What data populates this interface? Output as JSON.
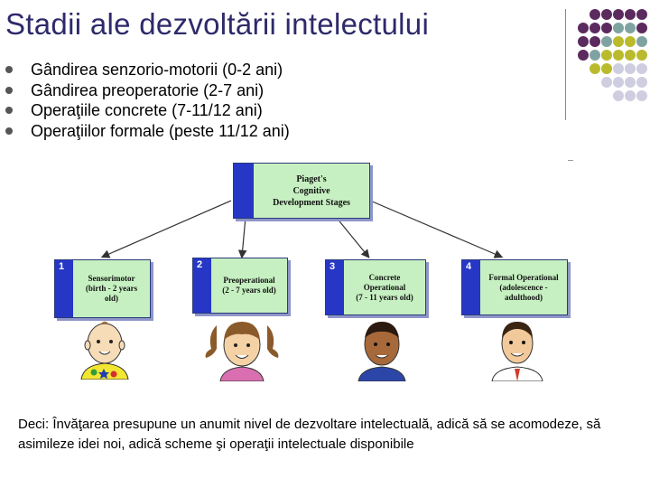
{
  "slide": {
    "title": "Stadii ale dezvoltării intelectului",
    "bullets": [
      "Gândirea senzorio-motorii (0-2 ani)",
      "Gândirea preoperatorie (2-7 ani)",
      "Operaţiile concrete (7-11/12 ani)",
      "Operaţiilor formale (peste 11/12 ani)"
    ],
    "footer": "Deci: Învăţarea presupune un anumit nivel de dezvoltare intelectuală, adică să se acomodeze, să asimileze idei noi, adică scheme şi operaţii intelectuale disponibile"
  },
  "diagram": {
    "root_label": "Piaget's\nCognitive\nDevelopment Stages",
    "stages": [
      {
        "number": "1",
        "label": "Sensorimotor\n(birth - 2 years\nold)"
      },
      {
        "number": "2",
        "label": "Preoperational\n(2 - 7 years old)"
      },
      {
        "number": "3",
        "label": "Concrete\nOperational\n(7 - 11 years old)"
      },
      {
        "number": "4",
        "label": "Formal Operational\n(adolescence -\nadulthood)"
      }
    ]
  },
  "colors": {
    "title": "#2e2a6b",
    "box_fill": "#c6f0c1",
    "box_blue": "#2637c6",
    "dot_purple": "#5b2a5e",
    "dot_teal": "#7fa3a0",
    "dot_olive": "#b9bb2c",
    "dot_lavender": "#cfcde0"
  }
}
